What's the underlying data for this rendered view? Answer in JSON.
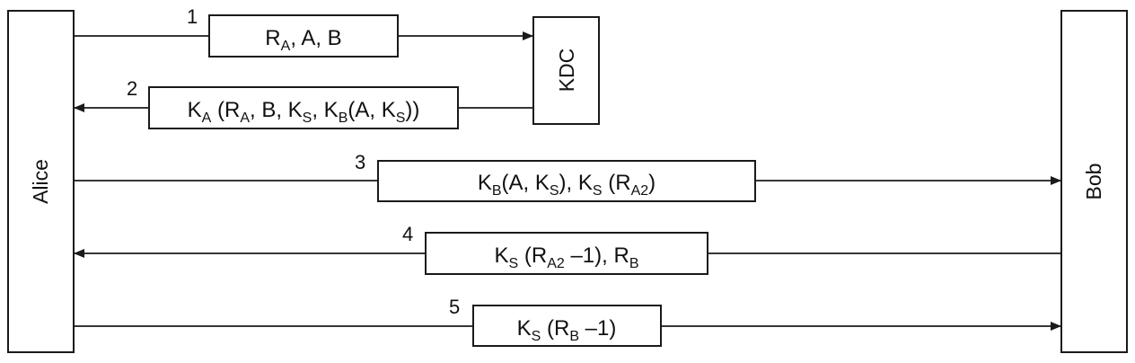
{
  "diagram": {
    "title": "KDC-based authentication protocol (Needham-Schroeder style)",
    "parties": {
      "alice": "Alice",
      "kdc": "KDC",
      "bob": "Bob"
    },
    "messages": [
      {
        "number": "1",
        "from": "Alice",
        "to": "KDC",
        "label_parts": [
          [
            "R",
            "A"
          ],
          [
            ", A, B",
            ""
          ]
        ]
      },
      {
        "number": "2",
        "from": "KDC",
        "to": "Alice",
        "label_parts": [
          [
            "K",
            "A"
          ],
          [
            " (R",
            ""
          ],
          [
            "",
            "A"
          ],
          [
            ", B, K",
            ""
          ],
          [
            "",
            "S"
          ],
          [
            ", K",
            ""
          ],
          [
            "",
            "B"
          ],
          [
            "(A, K",
            ""
          ],
          [
            "",
            "S"
          ],
          [
            "))",
            ""
          ]
        ]
      },
      {
        "number": "3",
        "from": "Alice",
        "to": "Bob",
        "label_parts": [
          [
            "K",
            "B"
          ],
          [
            "(A, K",
            ""
          ],
          [
            "",
            "S"
          ],
          [
            "), K",
            ""
          ],
          [
            "",
            "S"
          ],
          [
            " (R",
            ""
          ],
          [
            "",
            "A2"
          ],
          [
            ")",
            ""
          ]
        ]
      },
      {
        "number": "4",
        "from": "Bob",
        "to": "Alice",
        "label_parts": [
          [
            "K",
            "S"
          ],
          [
            " (R",
            ""
          ],
          [
            "",
            "A2"
          ],
          [
            " –1), R",
            ""
          ],
          [
            "",
            "B"
          ]
        ]
      },
      {
        "number": "5",
        "from": "Alice",
        "to": "Bob",
        "label_parts": [
          [
            "K",
            "S"
          ],
          [
            " (R",
            ""
          ],
          [
            "",
            "B"
          ],
          [
            " –1)",
            ""
          ]
        ]
      }
    ],
    "colors": {
      "stroke": "#1a1a1a",
      "background": "#ffffff",
      "text": "#111111"
    }
  }
}
